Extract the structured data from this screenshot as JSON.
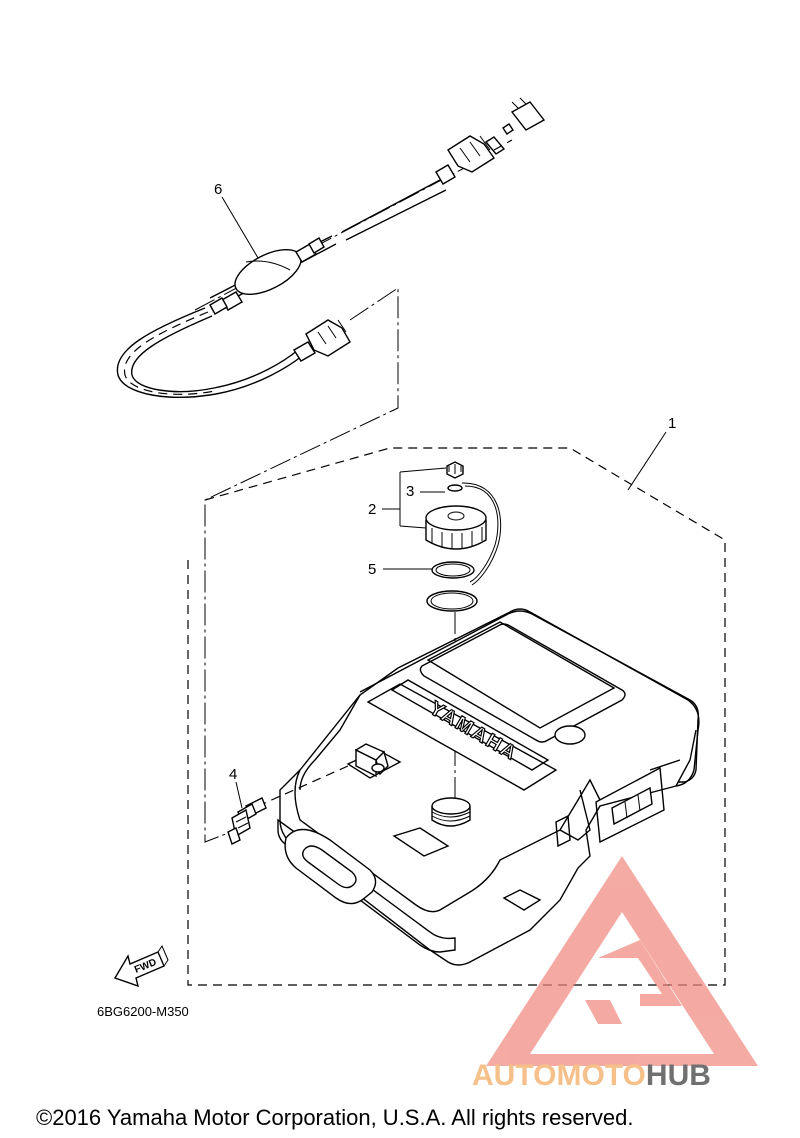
{
  "callouts": [
    {
      "id": "1",
      "text": "1"
    },
    {
      "id": "2",
      "text": "2"
    },
    {
      "id": "3",
      "text": "3"
    },
    {
      "id": "4",
      "text": "4"
    },
    {
      "id": "5",
      "text": "5"
    },
    {
      "id": "6",
      "text": "6"
    }
  ],
  "tank_brand": "YAMAHA",
  "fwd_label": "FWD",
  "diagram_code": "6BG6200-M350",
  "watermark": {
    "part1": "AUTOMOTO",
    "part2": "HUB",
    "color1": "#f5c08a",
    "color2": "#707070",
    "logo_color": "#f08a80"
  },
  "copyright": "©2016 Yamaha Motor Corporation, U.S.A. All rights reserved."
}
